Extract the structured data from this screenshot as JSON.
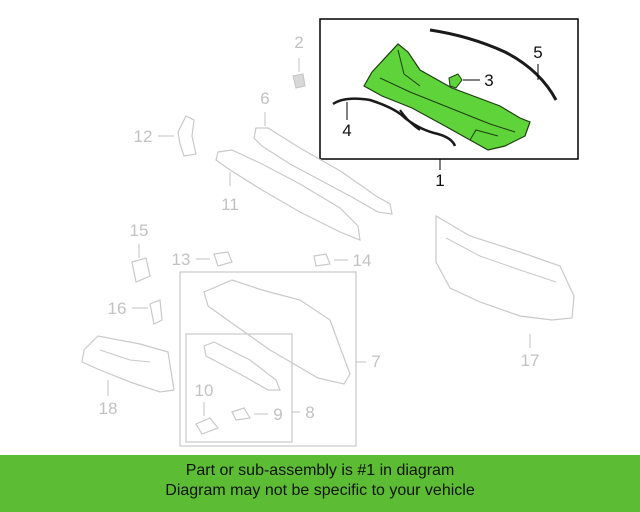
{
  "colors": {
    "highlight_part": "#5fd33a",
    "faded_part": "#c9c9c9",
    "banner": "#5cbd35",
    "frame": "#000000"
  },
  "diagram": {
    "callouts": {
      "c1": "1",
      "c2": "2",
      "c3": "3",
      "c4": "4",
      "c5": "5",
      "c6": "6",
      "c7": "7",
      "c8": "8",
      "c9": "9",
      "c10": "10",
      "c11": "11",
      "c12": "12",
      "c13": "13",
      "c14": "14",
      "c15": "15",
      "c16": "16",
      "c17": "17",
      "c18": "18"
    }
  },
  "banner": {
    "line1": "Part or sub-assembly is #1 in diagram",
    "line2": "Diagram may not be specific to your vehicle"
  }
}
